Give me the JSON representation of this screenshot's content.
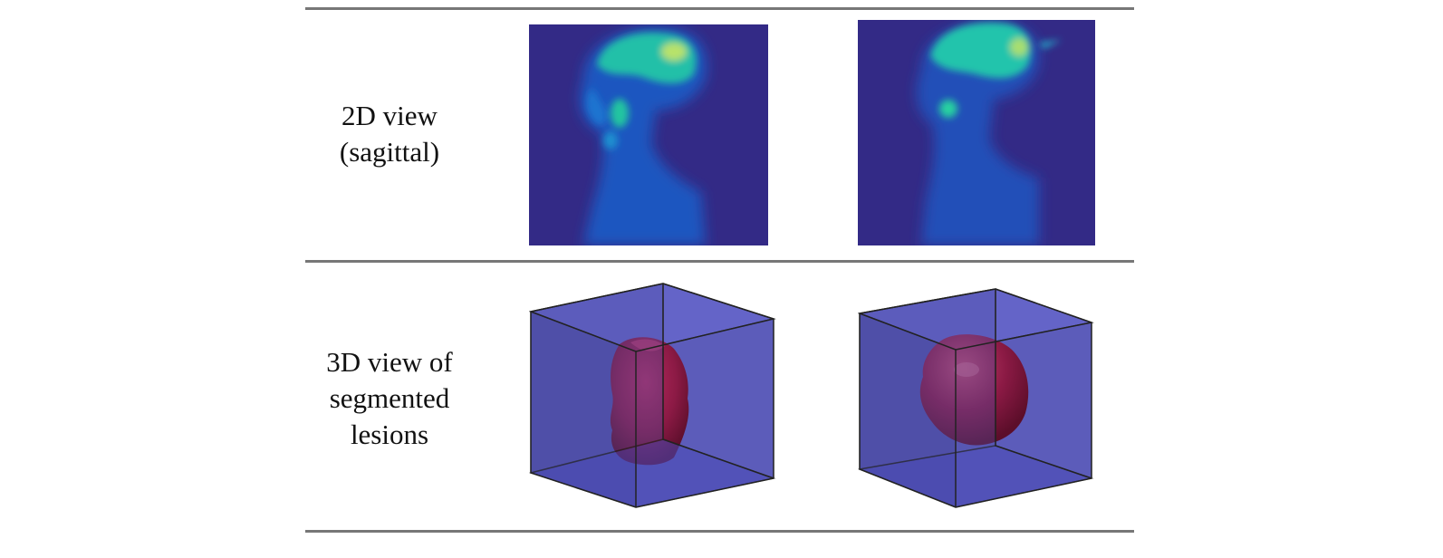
{
  "rows": [
    {
      "label_lines": [
        "2D view",
        "(sagittal)"
      ]
    },
    {
      "label_lines": [
        "3D view of",
        "segmented",
        "lesions"
      ]
    }
  ],
  "colors": {
    "rule": "#777777",
    "pet_background": "#332a86",
    "pet_tissue": "#1f6fd6",
    "pet_hot": "#21c8a6",
    "cube_face": "#5f5fc8",
    "lesion": "#8c1a45"
  }
}
